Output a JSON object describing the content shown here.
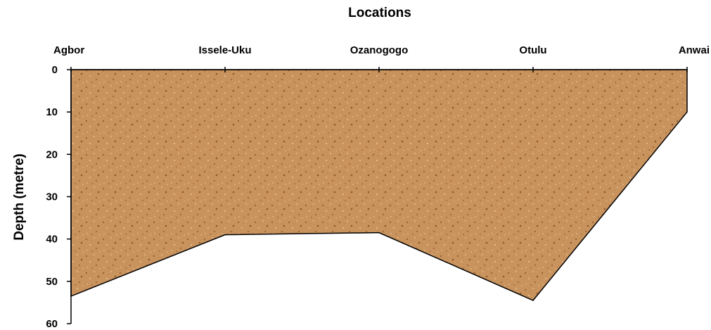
{
  "chart_data": {
    "type": "area",
    "title": "Locations",
    "xlabel": "",
    "ylabel": "Depth (metre)",
    "x_axis_position": "top",
    "y_inverted": true,
    "ylim": [
      0,
      60
    ],
    "yticks": [
      "0",
      "10",
      "20",
      "30",
      "40",
      "50",
      "60"
    ],
    "categories": [
      "Agbor",
      "Issele-Uku",
      "Ozanogogo",
      "Otulu",
      "Anwai"
    ],
    "values": [
      53.5,
      39,
      38.5,
      54.5,
      10
    ],
    "fill_color": "#C9935E",
    "grid": false,
    "legend": "none"
  }
}
